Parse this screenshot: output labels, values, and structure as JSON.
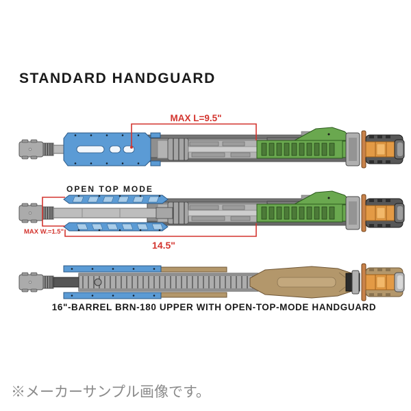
{
  "title": "STANDARD HANDGUARD",
  "figures": {
    "standard": {
      "annotation_max_length": "MAX L=9.5\""
    },
    "open_top": {
      "label": "OPEN TOP MODE",
      "annotation_max_width": "MAX W.=1.5\"",
      "annotation_length": "14.5\""
    },
    "full_upper": {
      "caption": "16\"-BARREL BRN-180 UPPER WITH OPEN-TOP-MODE HANDGUARD"
    }
  },
  "footnote": "※メーカーサンプル画像です。",
  "colors": {
    "blue": "#5b9bd5",
    "green": "#6aa84f",
    "orange": "#e39a45",
    "tan": "#b3976b",
    "red": "#d3342e",
    "black": "#1a1a1a",
    "footnote_gray": "#8a8a8a"
  }
}
